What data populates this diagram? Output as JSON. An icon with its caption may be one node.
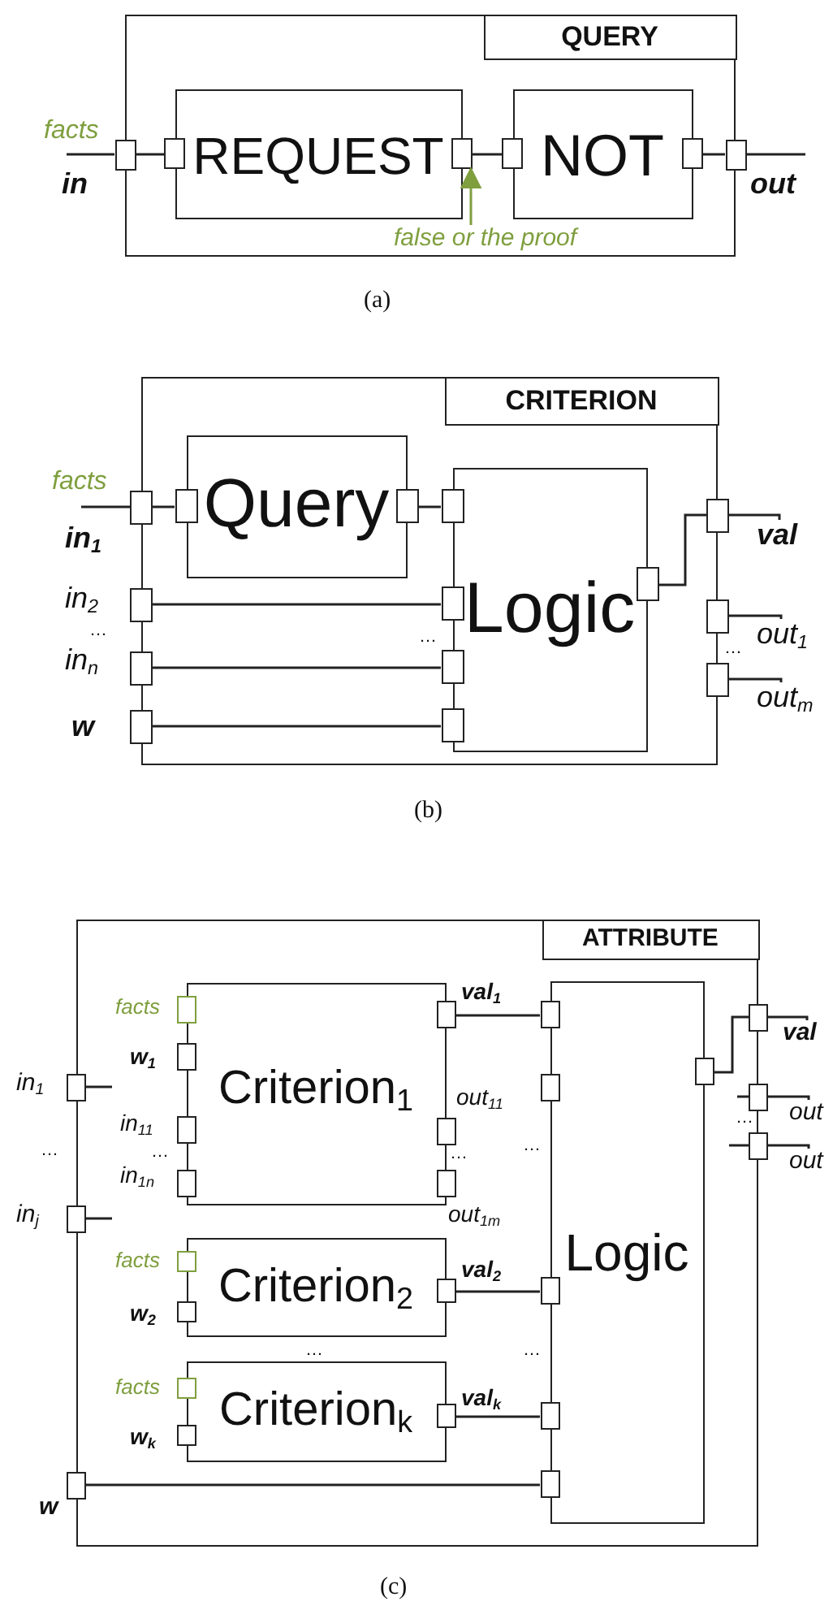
{
  "diagram": {
    "nodes": [
      {
        "text": [
          "QUERY"
        ]
      },
      {
        "text": [
          "REQUEST"
        ],
        "in": 0
      },
      {
        "text": [
          "NOT"
        ],
        "in": 0
      },
      {
        "text": [],
        "shape": "box"
      },
      {
        "text": [],
        "shape": "box",
        "in": 0
      },
      {
        "text": [],
        "shape": "box",
        "in": 0
      },
      {
        "text": [],
        "shape": "box",
        "in": 0
      },
      {
        "text": [],
        "shape": "box",
        "in": 0
      },
      {
        "text": [],
        "shape": "box"
      },
      {
        "text": [
          "false or the proof"
        ],
        "in": 0
      },
      {
        "text": [
          "CRITERION"
        ]
      },
      {
        "text": [
          "Query"
        ],
        "in": 10
      },
      {
        "text": [
          "Logic"
        ],
        "in": 10
      },
      {
        "text": [],
        "shape": "box"
      },
      {
        "text": [],
        "shape": "box"
      },
      {
        "text": [],
        "shape": "box"
      },
      {
        "text": [],
        "shape": "box"
      },
      {
        "text": [],
        "shape": "box",
        "in": 10
      },
      {
        "text": [],
        "shape": "box",
        "in": 10
      },
      {
        "text": [],
        "shape": "box",
        "in": 10
      },
      {
        "text": [],
        "shape": "box",
        "in": 10
      },
      {
        "text": [],
        "shape": "box",
        "in": 10
      },
      {
        "text": [],
        "shape": "box",
        "in": 10
      },
      {
        "text": [],
        "shape": "box",
        "in": 10
      },
      {
        "text": [],
        "shape": "box"
      },
      {
        "text": [],
        "shape": "box"
      },
      {
        "text": [],
        "shape": "box"
      },
      {
        "text": [
          "val"
        ]
      },
      {
        "text": [
          "out$_{1}$"
        ]
      },
      {
        "text": [
          "out$_{m}$"
        ]
      },
      {
        "text": [
          "ATTRIBUTE"
        ]
      },
      {
        "text": [
          "Criterion$_{1}$"
        ],
        "in": 30
      },
      {
        "text": [
          "Criterion$_{2}$"
        ],
        "in": 30
      },
      {
        "text": [
          "Criterion$_{k}$"
        ],
        "in": 30
      },
      {
        "text": [
          "Logic"
        ],
        "in": 30
      },
      {
        "text": [],
        "shape": "box"
      },
      {
        "text": [],
        "shape": "box"
      },
      {
        "text": [],
        "shape": "box"
      },
      {
        "text": [],
        "shape": "box",
        "in": 30
      },
      {
        "text": [],
        "shape": "box",
        "in": 30
      },
      {
        "text": [],
        "shape": "box",
        "in": 30
      },
      {
        "text": [],
        "shape": "box",
        "in": 30
      },
      {
        "text": [],
        "shape": "box",
        "in": 30
      },
      {
        "text": [],
        "shape": "box",
        "in": 30
      },
      {
        "text": [],
        "shape": "box",
        "in": 30
      },
      {
        "text": [],
        "shape": "box",
        "in": 30
      },
      {
        "text": [],
        "shape": "box",
        "in": 30
      },
      {
        "text": [],
        "shape": "box",
        "in": 30
      },
      {
        "text": [],
        "shape": "box",
        "in": 30
      },
      {
        "text": [],
        "shape": "box",
        "in": 30
      },
      {
        "text": [],
        "shape": "box",
        "in": 30
      },
      {
        "text": [],
        "shape": "box",
        "in": 30
      },
      {
        "text": [],
        "shape": "box",
        "in": 30
      },
      {
        "text": [],
        "shape": "box",
        "in": 30
      },
      {
        "text": [],
        "shape": "box",
        "in": 30
      },
      {
        "text": [],
        "shape": "box",
        "in": 30
      },
      {
        "text": [],
        "shape": "box",
        "in": 30
      },
      {
        "text": [],
        "shape": "box"
      },
      {
        "text": [],
        "shape": "box"
      },
      {
        "text": [],
        "shape": "box"
      },
      {
        "text": [
          "val"
        ]
      },
      {
        "text": [
          "out"
        ]
      },
      {
        "text": [
          "out"
        ]
      }
    ],
    "edges": [
      {
        "from": null,
        "to": 3,
        "arrow": "none"
      },
      {
        "from": 3,
        "to": 4,
        "arrow": "none"
      },
      {
        "from": 5,
        "to": 6,
        "arrow": "none"
      },
      {
        "from": 7,
        "to": 8,
        "arrow": "none"
      },
      {
        "from": 8,
        "to": null,
        "arrow": "none"
      },
      {
        "from": 9,
        "to": 5,
        "arrow": "to",
        "color": "#7f9f3f"
      },
      {
        "from": null,
        "to": 13,
        "arrow": "none"
      },
      {
        "from": 13,
        "to": 17,
        "arrow": "none"
      },
      {
        "from": 18,
        "to": 19,
        "arrow": "none"
      },
      {
        "from": 14,
        "to": 20,
        "arrow": "none"
      },
      {
        "from": 15,
        "to": 21,
        "arrow": "none"
      },
      {
        "from": 16,
        "to": 22,
        "arrow": "none"
      },
      {
        "from": 23,
        "to": 24,
        "arrow": "none"
      },
      {
        "from": 24,
        "to": 27,
        "arrow": "none"
      },
      {
        "from": 25,
        "to": 28,
        "arrow": "none"
      },
      {
        "from": 26,
        "to": 29,
        "arrow": "none"
      },
      {
        "from": 35,
        "to": null,
        "arrow": "none"
      },
      {
        "from": 36,
        "to": null,
        "arrow": "none"
      },
      {
        "from": 42,
        "to": 51,
        "arrow": "none"
      },
      {
        "from": 47,
        "to": 53,
        "arrow": "none"
      },
      {
        "from": 50,
        "to": 54,
        "arrow": "none"
      },
      {
        "from": 37,
        "to": 55,
        "arrow": "none"
      },
      {
        "from": 56,
        "to": 57,
        "arrow": "none"
      },
      {
        "from": 57,
        "to": 60,
        "arrow": "none"
      },
      {
        "from": null,
        "to": 58,
        "arrow": "none"
      },
      {
        "from": 58,
        "to": 61,
        "arrow": "none"
      },
      {
        "from": null,
        "to": 59,
        "arrow": "none"
      },
      {
        "from": 59,
        "to": 62,
        "arrow": "none"
      }
    ],
    "labels": [
      "facts",
      "in",
      "out",
      "(a)",
      "facts",
      "in$_{1}$",
      "in$_{2}$",
      "…",
      "in$_{n}$",
      "w",
      "…",
      "…",
      "(b)",
      "in$_{1}$",
      "…",
      "in$_{j}$",
      "w",
      "facts",
      "w$_{1}$",
      "in$_{11}$",
      "…",
      "in$_{1n}$",
      "val$_{1}$",
      "out$_{11}$",
      "…",
      "out$_{1m}$",
      "…",
      "facts",
      "w$_{2}$",
      "val$_{2}$",
      "…",
      "…",
      "facts",
      "w$_{k}$",
      "val$_{k}$",
      "…",
      "(c)"
    ]
  }
}
